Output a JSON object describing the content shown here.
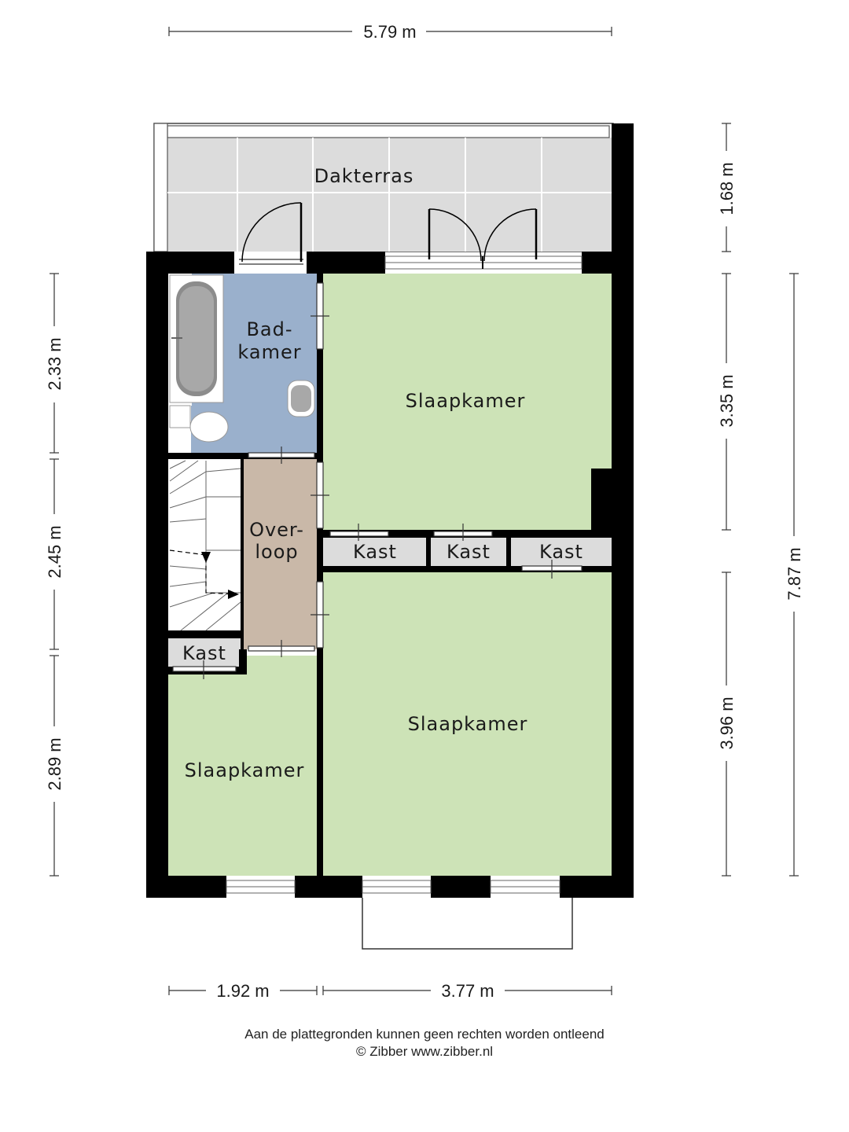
{
  "rooms": {
    "roof_terrace": "Dakterras",
    "bathroom_line1": "Bad-",
    "bathroom_line2": "kamer",
    "landing_line1": "Over-",
    "landing_line2": "loop",
    "bedroom_top_right": "Slaapkamer",
    "bedroom_bottom_right": "Slaapkamer",
    "bedroom_bottom_left": "Slaapkamer",
    "closet_1": "Kast",
    "closet_2": "Kast",
    "closet_3": "Kast",
    "closet_4": "Kast"
  },
  "dimensions": {
    "top_width": "5.79 m",
    "bottom_left_width": "1.92 m",
    "bottom_right_width": "3.77 m",
    "left_1": "2.33 m",
    "left_2": "2.45 m",
    "left_3": "2.89 m",
    "right_1": "1.68 m",
    "right_2": "3.35 m",
    "right_3": "3.96 m",
    "right_total": "7.87 m"
  },
  "footer": {
    "disclaimer": "Aan de plattegronden kunnen geen rechten worden ontleend",
    "copyright": "© Zibber www.zibber.nl"
  },
  "colors": {
    "wall": "#000000",
    "bedroom": "#cde3b7",
    "bathroom": "#9ab0cc",
    "landing": "#c9b8a8",
    "closet": "#dcdcdc",
    "terrace": "#dcdcdc"
  }
}
